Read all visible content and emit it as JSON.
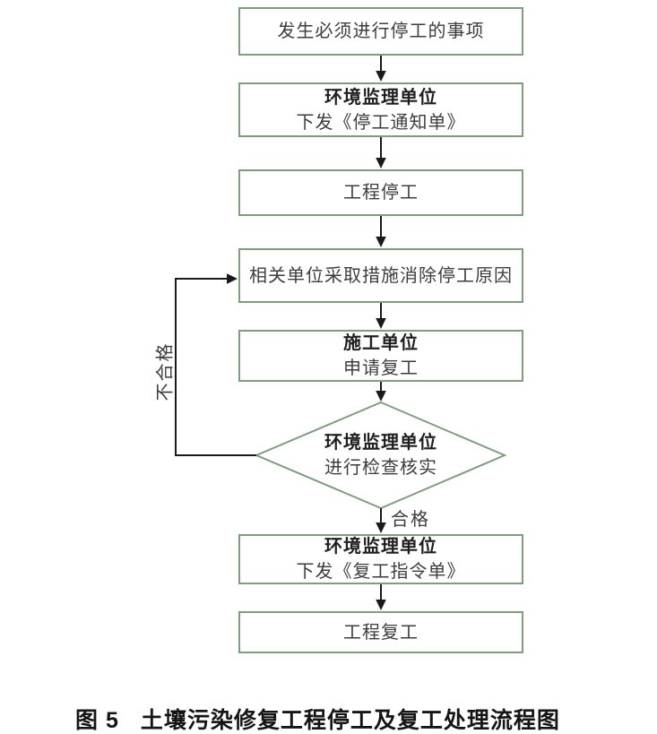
{
  "palette": {
    "box_border_green": "#7E9E80",
    "arrow_black": "#1a1a1a",
    "node_text": "#3d3d3d",
    "node_bold_text": "#1f1f1f",
    "caption_text": "#151515",
    "background": "#ffffff"
  },
  "flow": {
    "nodes": [
      {
        "id": "stop-event",
        "shape": "process",
        "label": "发生必须进行停工的事项"
      },
      {
        "id": "supervisor-issue-stop-notice",
        "shape": "process",
        "title": "环境监理单位",
        "subtitle": "下发《停工通知单》"
      },
      {
        "id": "project-stopped",
        "shape": "process",
        "label": "工程停工"
      },
      {
        "id": "eliminate-stop-cause",
        "shape": "process",
        "label": "相关单位采取措施消除停工原因"
      },
      {
        "id": "contractor-apply-resume",
        "shape": "process",
        "title": "施工单位",
        "subtitle": "申请复工"
      },
      {
        "id": "supervisor-verify",
        "shape": "decision",
        "title": "环境监理单位",
        "subtitle": "进行检查核实"
      },
      {
        "id": "supervisor-issue-resume-order",
        "shape": "process",
        "title": "环境监理单位",
        "subtitle": "下发《复工指令单》"
      },
      {
        "id": "project-resumed",
        "shape": "process",
        "label": "工程复工"
      }
    ],
    "edge_labels": {
      "pass": "合格",
      "fail": "不合格"
    }
  },
  "caption": {
    "figure_label": "图 5",
    "title": "土壤污染修复工程停工及复工处理流程图"
  }
}
